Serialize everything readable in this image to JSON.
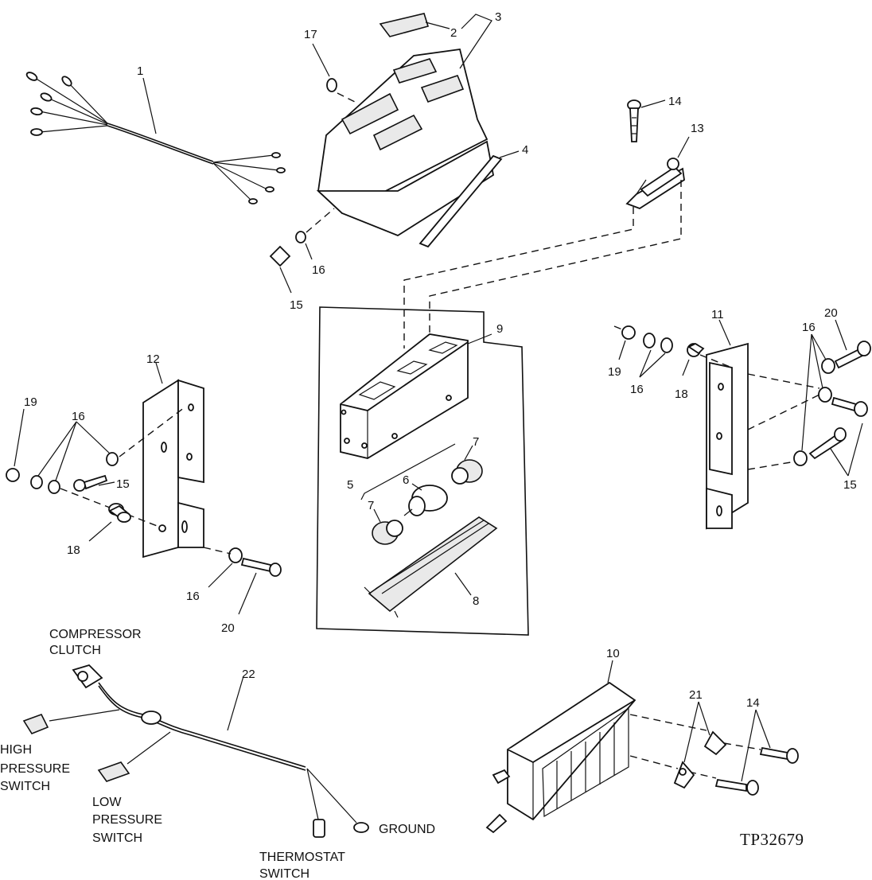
{
  "diagram": {
    "figure_id": "TP32679",
    "callouts": {
      "c1": "1",
      "c2": "2",
      "c3": "3",
      "c4": "4",
      "c5": "5",
      "c6": "6",
      "c7a": "7",
      "c7b": "7",
      "c8": "8",
      "c9": "9",
      "c10": "10",
      "c11": "11",
      "c12": "12",
      "c13": "13",
      "c14a": "14",
      "c14b": "14",
      "c15a": "15",
      "c15b": "15",
      "c15c": "15",
      "c16a": "16",
      "c16b": "16",
      "c16c": "16",
      "c16d": "16",
      "c16e": "16",
      "c17": "17",
      "c18a": "18",
      "c18b": "18",
      "c19a": "19",
      "c19b": "19",
      "c20a": "20",
      "c20b": "20",
      "c21": "21",
      "c22": "22"
    },
    "harness_labels": {
      "compressor_1": "COMPRESSOR",
      "compressor_2": "CLUTCH",
      "high_1": "HIGH",
      "high_2": "PRESSURE",
      "high_3": "SWITCH",
      "low_1": "LOW",
      "low_2": "PRESSURE",
      "low_3": "SWITCH",
      "thermo_1": "THERMOSTAT",
      "thermo_2": "SWITCH",
      "ground": "GROUND"
    }
  }
}
